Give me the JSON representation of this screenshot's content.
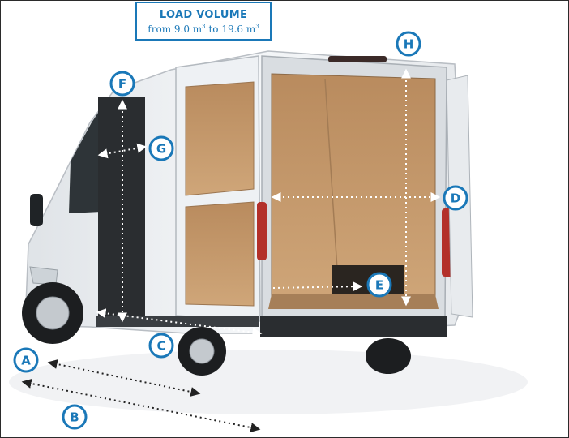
{
  "title": {
    "main": "LOAD VOLUME",
    "sub_prefix": "from 9.0 m",
    "sub_sup1": "3",
    "sub_middle": " to 19.6 m",
    "sub_sup2": "3"
  },
  "badges": {
    "a": "A",
    "b": "B",
    "c": "C",
    "d": "D",
    "e": "E",
    "f": "F",
    "g": "G",
    "h": "H"
  },
  "colors": {
    "accent": "#1a78b8",
    "wood_panel": "#c49a6c",
    "van_body": "#f2f4f6"
  }
}
